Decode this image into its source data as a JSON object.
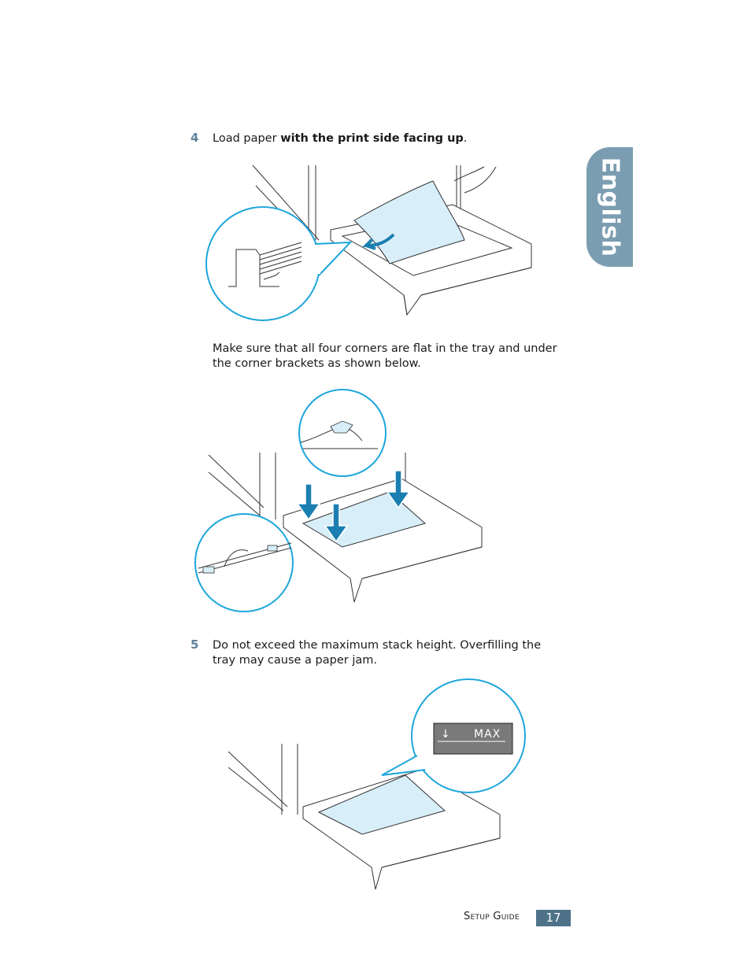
{
  "side_tab": {
    "label": "English",
    "color": "#7b9db2"
  },
  "steps": [
    {
      "number": "4",
      "text_plain": "Load paper ",
      "text_bold": "with the print side facing up",
      "text_end": ".",
      "note_line1": "Make sure that all four corners are flat in the tray and under",
      "note_line2": "the corner brackets as shown below."
    },
    {
      "number": "5",
      "line1": "Do not exceed the maximum stack height. Overfilling the",
      "line2": "tray may cause a paper jam."
    }
  ],
  "figures": {
    "fig1": {
      "description": "Loading paper into tray, print side up, with inset of corner bracket"
    },
    "fig2": {
      "description": "Pressing paper flat under corner brackets with two inset callouts"
    },
    "fig3": {
      "description": "Paper stack below max-height mark",
      "max_label_arrow": "↓",
      "max_label": "MAX"
    }
  },
  "footer": {
    "guide_label": "Setup Guide",
    "page_number": "17"
  },
  "colors": {
    "accent_blue": "#1ea6dc",
    "paper_blue": "#d8eef8",
    "step_number": "#5f8197",
    "page_badge": "#4e7389"
  }
}
